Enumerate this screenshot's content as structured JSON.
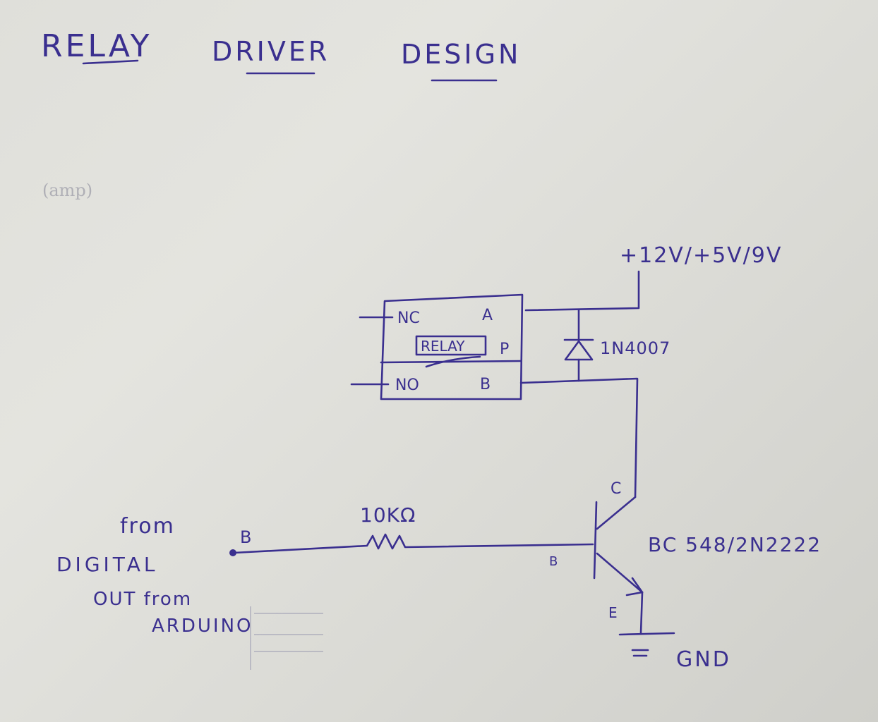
{
  "title": {
    "relay": "RELAY",
    "driver": "DRIVER",
    "design": "DESIGN"
  },
  "faint_note": "(amp)",
  "colors": {
    "ink": "#3a2f8f",
    "paper": "#e0e0db",
    "faint": "#9a9aa6"
  },
  "supply": {
    "label": "+12V/+5V/9V"
  },
  "relay": {
    "label": "RELAY",
    "nc": "NC",
    "no": "NO",
    "a": "A",
    "b": "B",
    "p": "P"
  },
  "diode": {
    "part": "1N4007"
  },
  "resistor": {
    "value": "10KΩ"
  },
  "transistor": {
    "part": "BC 548/2N2222",
    "collector": "C",
    "base": "B",
    "emitter": "E"
  },
  "input": {
    "node": "B",
    "from": "from",
    "digital": "DIGITAL",
    "out_from": "OUT from",
    "arduino": "ARDUINO"
  },
  "ground": {
    "label": "GND"
  }
}
